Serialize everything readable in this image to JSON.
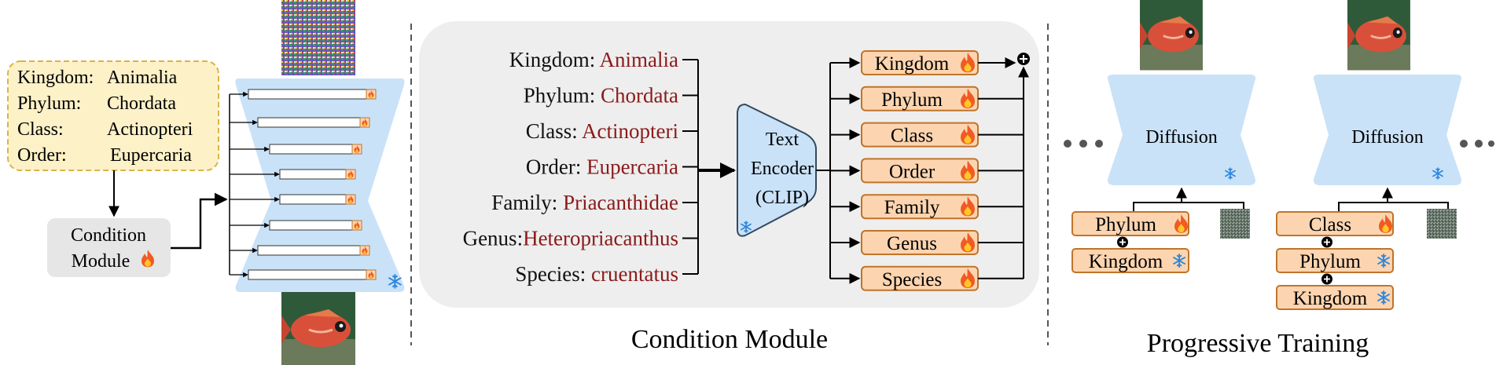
{
  "left_panel": {
    "taxonomy": [
      {
        "key": "Kingdom:",
        "value": "Animalia"
      },
      {
        "key": "Phylum:",
        "value": "Chordata"
      },
      {
        "key": "Class:",
        "value": "Actinopteri"
      },
      {
        "key": "Order:",
        "value": "Eupercaria"
      }
    ],
    "condition_box": [
      "Condition",
      "Module"
    ],
    "icons": {
      "trainable": "fire-icon",
      "frozen": "snowflake-icon"
    }
  },
  "middle_panel": {
    "title": "Condition Module",
    "inputs": [
      {
        "key": "Kingdom: ",
        "value": "Animalia"
      },
      {
        "key": "Phylum: ",
        "value": "Chordata"
      },
      {
        "key": "Class: ",
        "value": "Actinopteri"
      },
      {
        "key": "Order: ",
        "value": "Eupercaria"
      },
      {
        "key": "Family: ",
        "value": "Priacanthidae"
      },
      {
        "key": "Genus:",
        "value": "Heteropriacanthus"
      },
      {
        "key": "Species: ",
        "value": "cruentatus"
      }
    ],
    "encoder": [
      "Text",
      "Encoder",
      "(CLIP)"
    ],
    "outputs": [
      "Kingdom",
      "Phylum",
      "Class",
      "Order",
      "Family",
      "Genus",
      "Species"
    ]
  },
  "right_panel": {
    "title": "Progressive Training",
    "diffusion_label": "Diffusion",
    "stage1": [
      {
        "label": "Phylum",
        "icon": "fire"
      },
      {
        "label": "Kingdom",
        "icon": "snowflake"
      }
    ],
    "stage2": [
      {
        "label": "Class",
        "icon": "fire"
      },
      {
        "label": "Phylum",
        "icon": "snowflake"
      },
      {
        "label": "Kingdom",
        "icon": "snowflake"
      }
    ]
  },
  "colors": {
    "value_text": "#8b1a1a",
    "orange_fill": "#fcd5b0",
    "orange_stroke": "#c0742a",
    "blue_fill": "#c9e2f8",
    "gray_panel": "#eeeeee",
    "yellow_fill": "#fdf1c7",
    "yellow_stroke": "#d9b446"
  }
}
